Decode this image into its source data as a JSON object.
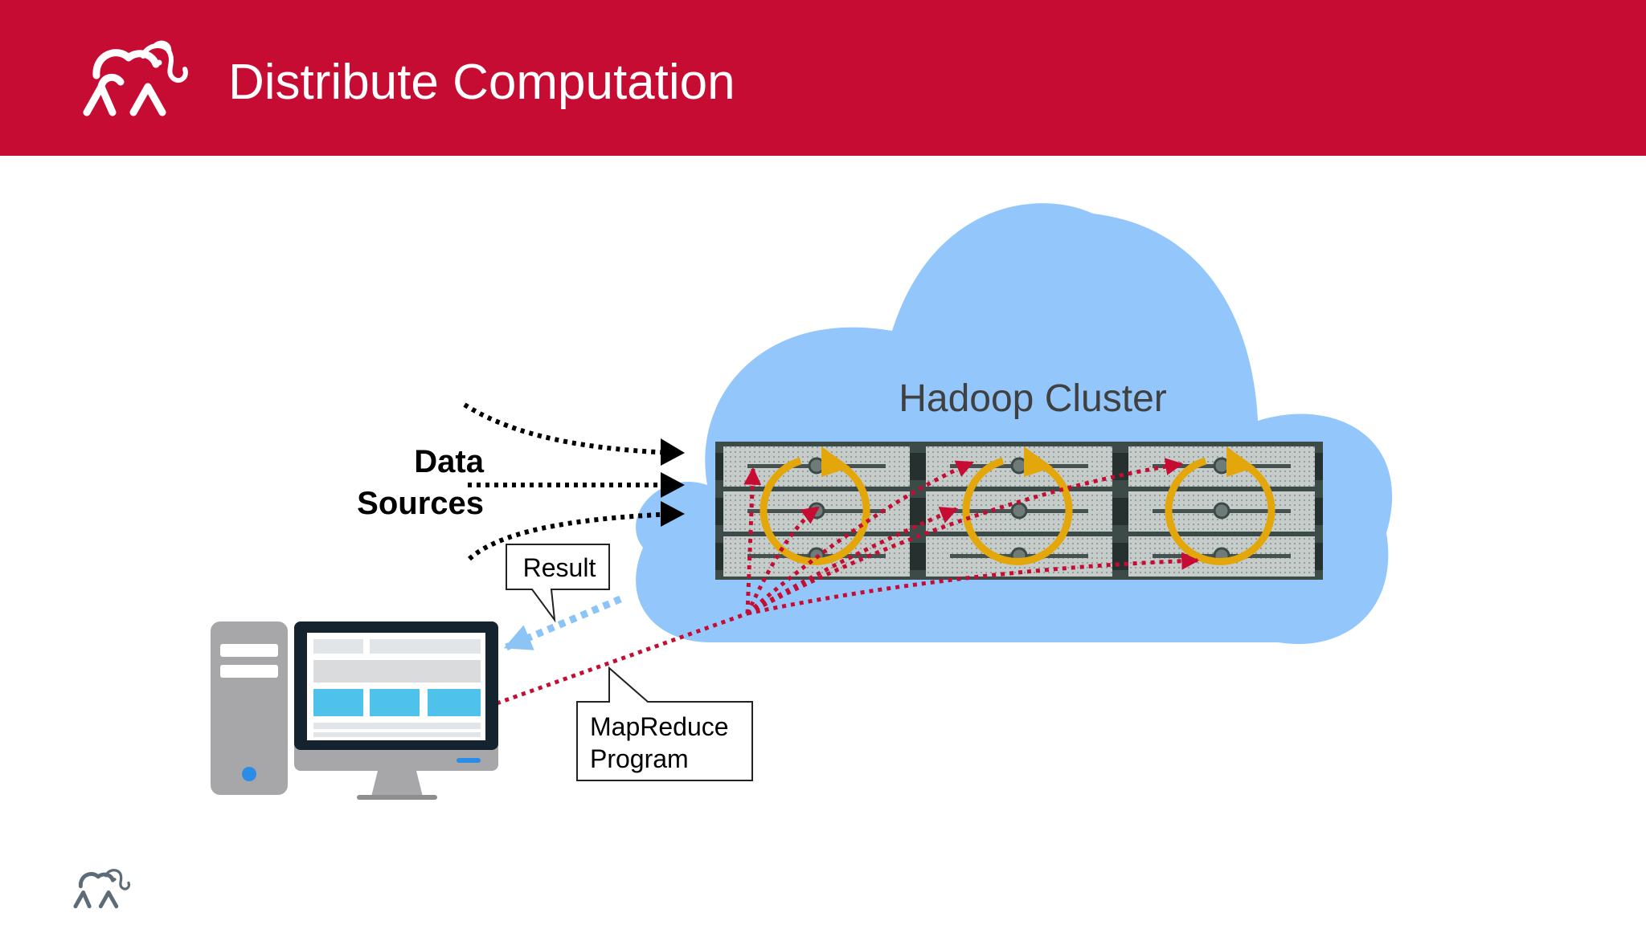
{
  "header": {
    "title": "Distribute Computation",
    "logo_icon": "elephant-logo-icon",
    "background_color": "#c60c32"
  },
  "diagram": {
    "cluster_label": "Hadoop Cluster",
    "data_sources_label_line1": "Data",
    "data_sources_label_line2": "Sources",
    "result_label": "Result",
    "mapreduce_label_line1": "MapReduce",
    "mapreduce_label_line2": "Program",
    "server_count": 3,
    "colors": {
      "cloud": "#93c7fb",
      "program_flow": "#c60c32",
      "result_flow": "#8cc4f5",
      "processing_loop": "#e4a70b",
      "data_flow": "#000000"
    }
  },
  "footer": {
    "logo_icon": "elephant-logo-icon"
  }
}
